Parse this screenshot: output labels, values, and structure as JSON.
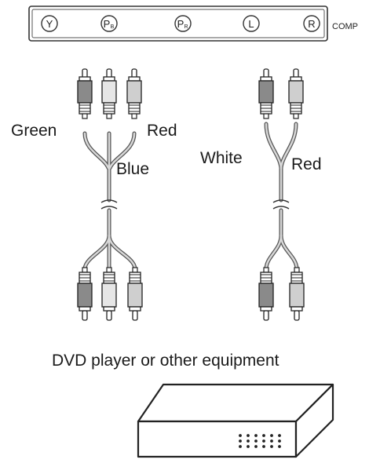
{
  "panel": {
    "jacks": [
      {
        "letter": "Y",
        "sub": ""
      },
      {
        "letter": "P",
        "sub": "B"
      },
      {
        "letter": "P",
        "sub": "R"
      },
      {
        "letter": "L",
        "sub": ""
      },
      {
        "letter": "R",
        "sub": ""
      }
    ],
    "tag": "COMP"
  },
  "cables": {
    "component": {
      "labels": {
        "green": "Green",
        "red": "Red",
        "blue": "Blue"
      },
      "colors": {
        "green": "#8a8a8a",
        "blue": "#e6e6e6",
        "red": "#cfcfcf"
      }
    },
    "audio": {
      "labels": {
        "white": "White",
        "red": "Red"
      },
      "colors": {
        "white": "#8a8a8a",
        "red": "#cfcfcf"
      }
    }
  },
  "caption": "DVD player or other equipment",
  "device": {
    "icon": "dvd-player-icon"
  }
}
